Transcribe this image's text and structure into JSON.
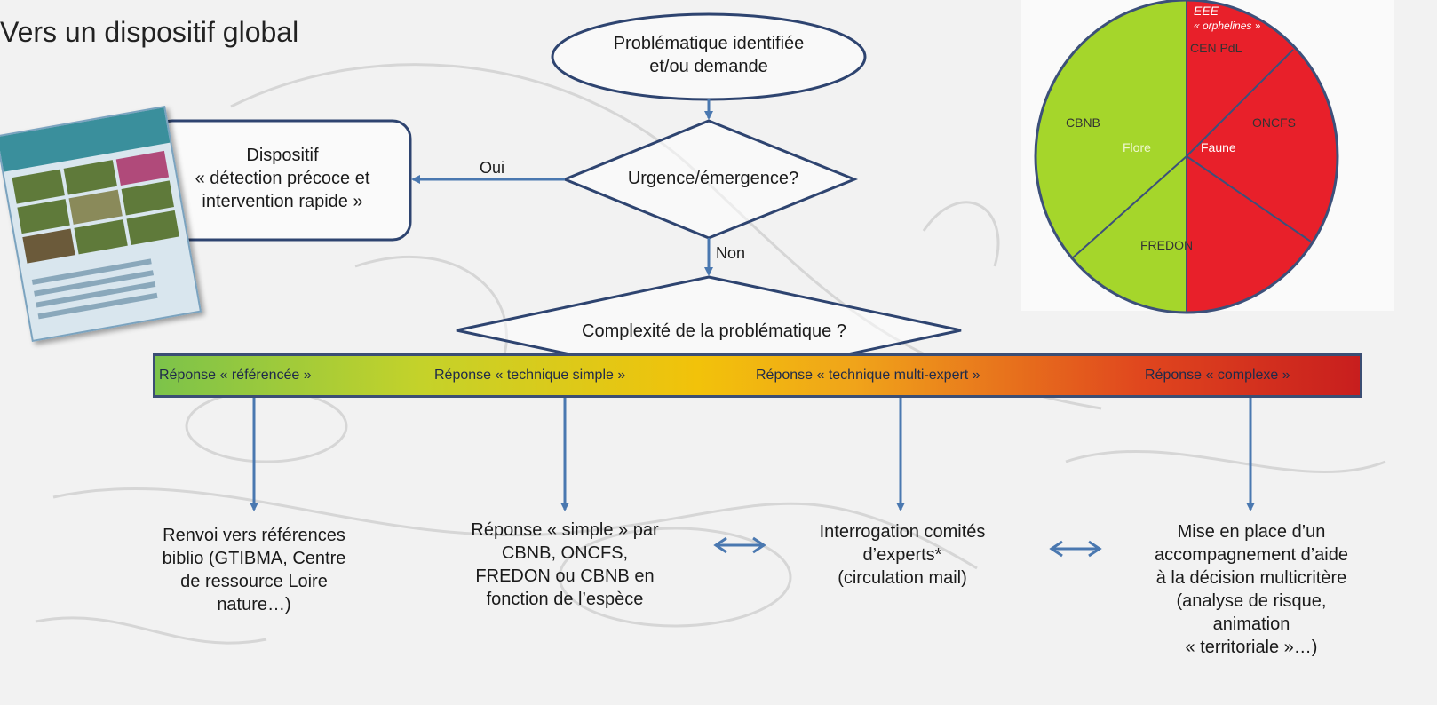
{
  "title": "Vers un dispositif global",
  "nodes": {
    "start": [
      "Problématique identifiée",
      "et/ou demande"
    ],
    "urgence": "Urgence/émergence?",
    "dispositif": [
      "Dispositif",
      "« détection précoce et",
      "intervention rapide »"
    ],
    "complexite": "Complexité de la problématique ?"
  },
  "edges": {
    "oui": "Oui",
    "non": "Non"
  },
  "scale": {
    "items": [
      "Réponse « référencée »",
      "Réponse « technique simple »",
      "Réponse « technique multi-expert »",
      "Réponse « complexe »"
    ]
  },
  "outcomes": [
    [
      "Renvoi vers références",
      "biblio (GTIBMA,  Centre",
      "de ressource Loire",
      "nature…)"
    ],
    [
      "Réponse « simple » par",
      "CBNB, ONCFS,",
      "FREDON ou CBNB en",
      "fonction de l’espèce"
    ],
    [
      "Interrogation comités",
      "d’experts*",
      "(circulation mail)"
    ],
    [
      "Mise en place d’un",
      "accompagnement d’aide",
      "à la décision multicritère",
      "(analyse de risque,",
      "animation",
      "« territoriale »…)"
    ]
  ],
  "pie": {
    "labels": {
      "eee": "EEE",
      "orphelines": "« orphelines »",
      "cen": "CEN PdL",
      "oncfs": "ONCFS",
      "cbnb": "CBNB",
      "flore": "Flore",
      "faune": "Faune",
      "fredon": "FREDON"
    },
    "colors": {
      "flore": "#a5d62b",
      "faune": "#e8202a",
      "outline": "#3c507a"
    }
  },
  "colors": {
    "arrow": "#4a78b0",
    "shape_stroke": "#2e4470"
  }
}
